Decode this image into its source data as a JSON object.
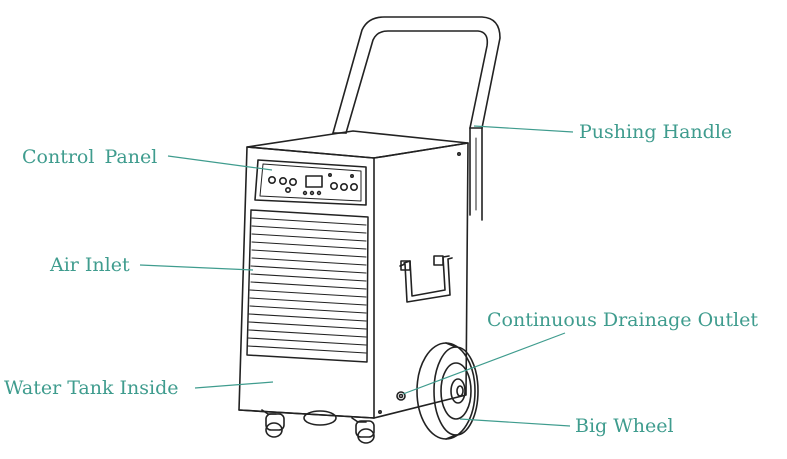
{
  "labels": {
    "pushing_handle": "Pushing Handle",
    "control_panel": "Control  Panel",
    "air_inlet": "Air Inlet",
    "continuous_drainage_outlet": "Continuous Drainage Outlet",
    "water_tank_inside": "Water Tank Inside",
    "big_wheel": "Big Wheel"
  },
  "colors": {
    "label_text": "#3f9c8e",
    "leader_line": "#3f9c8e",
    "outline": "#222222",
    "background": "#ffffff"
  }
}
